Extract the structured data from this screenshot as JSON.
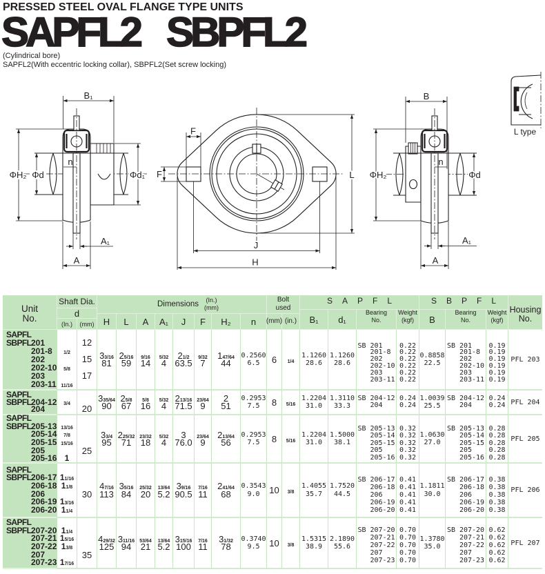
{
  "header": {
    "category": "PRESSED STEEL OVAL FLANGE TYPE UNITS",
    "models": [
      "SAPFL2",
      "SBPFL2"
    ],
    "bore_note": "(Cylindrical bore)",
    "description": "SAPFL2(With eccentric locking collar), SBPFL2(Set screw locking)"
  },
  "drawings": {
    "side_view_eccentric_collar": {
      "B1": "B₁",
      "H2": "ΦH₂",
      "d": "Φd",
      "d1": "Φd₁",
      "n": "n",
      "A1": "A₁",
      "A": "A"
    },
    "front_view": {
      "F_top": "F",
      "F_side": "F",
      "L": "L",
      "J": "J",
      "H": "H"
    },
    "side_view_set_screw": {
      "B": "B",
      "H2": "ΦH₂",
      "d": "Φd",
      "n": "n",
      "A1": "A₁",
      "A": "A"
    },
    "seal_detail": {
      "label": "L type"
    }
  },
  "table": {
    "headers": {
      "unit_no": [
        "Unit",
        "No."
      ],
      "shaft_dia": "Shaft Dia.",
      "shaft_symbol": "d",
      "shaft_units": [
        "(In.)",
        "(mm)"
      ],
      "dimensions": "Dimensions",
      "dimension_units": [
        "(In.)",
        "(mm)"
      ],
      "dimension_columns": [
        "H",
        "L",
        "A",
        "A₁",
        "J",
        "F",
        "H₂",
        "n"
      ],
      "bolt_used": [
        "Bolt",
        "used"
      ],
      "bolt_units": [
        "(mm)",
        "(in.)"
      ],
      "sapfl": "SAPFL",
      "sapfl_columns": {
        "B1": "B₁",
        "d1": "d₁",
        "bearing_no": [
          "Bearing",
          "No."
        ],
        "weight": [
          "Weight",
          "(kgf)"
        ]
      },
      "sbpfl": "SBPFL",
      "sbpfl_columns": {
        "B": "B",
        "bearing_no": [
          "Bearing",
          "No."
        ],
        "weight": [
          "Weight",
          "(kgf)"
        ]
      },
      "housing_no": [
        "Housing",
        "No."
      ]
    },
    "bearing_prefix": "SB",
    "rows": [
      {
        "series": [
          "SAPFL",
          "SBPFL"
        ],
        "units": [
          {
            "no": "201",
            "d_in": "",
            "d_mm": "12"
          },
          {
            "no": "201-8",
            "d_in": "1/2",
            "d_mm": ""
          },
          {
            "no": "202",
            "d_in": "",
            "d_mm": "15"
          },
          {
            "no": "202-10",
            "d_in": "5/8",
            "d_mm": ""
          },
          {
            "no": "203",
            "d_in": "",
            "d_mm": "17"
          },
          {
            "no": "203-11",
            "d_in": "11/16",
            "d_mm": ""
          }
        ],
        "dims": {
          "H": {
            "in": "3 3/16",
            "mm": "81"
          },
          "L": {
            "in": "2 5/16",
            "mm": "59"
          },
          "A": {
            "in": "9/16",
            "mm": "14"
          },
          "A1": {
            "in": "5/32",
            "mm": "4"
          },
          "J": {
            "in": "2 1/2",
            "mm": "63.5"
          },
          "F": {
            "in": "9/32",
            "mm": "7"
          },
          "H2": {
            "in": "1 47/64",
            "mm": "44"
          },
          "n": {
            "in": "0.2560",
            "mm": "6.5"
          }
        },
        "bolt": {
          "mm": "6",
          "in": "1/4"
        },
        "sapfl": {
          "B1": {
            "in": "1.1260",
            "mm": "28.6"
          },
          "d1": {
            "in": "1.1260",
            "mm": "28.6"
          },
          "bearings": [
            {
              "no": "201",
              "weight_kgf": "0.22"
            },
            {
              "no": "201-8",
              "weight_kgf": "0.22"
            },
            {
              "no": "202",
              "weight_kgf": "0.22"
            },
            {
              "no": "202-10",
              "weight_kgf": "0.22"
            },
            {
              "no": "203",
              "weight_kgf": "0.22"
            },
            {
              "no": "203-11",
              "weight_kgf": "0.22"
            }
          ]
        },
        "sbpfl": {
          "B": {
            "in": "0.8858",
            "mm": "22.5"
          },
          "bearings": [
            {
              "no": "201",
              "weight_kgf": "0.19"
            },
            {
              "no": "201-8",
              "weight_kgf": "0.19"
            },
            {
              "no": "202",
              "weight_kgf": "0.19"
            },
            {
              "no": "202-10",
              "weight_kgf": "0.19"
            },
            {
              "no": "203",
              "weight_kgf": "0.19"
            },
            {
              "no": "203-11",
              "weight_kgf": "0.19"
            }
          ]
        },
        "housing": "PFL 203"
      },
      {
        "series": [
          "SAPFL",
          "SBPFL"
        ],
        "units": [
          {
            "no": "204-12",
            "d_in": "3/4",
            "d_mm": ""
          },
          {
            "no": "204",
            "d_in": "",
            "d_mm": "20"
          }
        ],
        "dims": {
          "H": {
            "in": "3 35/64",
            "mm": "90"
          },
          "L": {
            "in": "2 5/8",
            "mm": "67"
          },
          "A": {
            "in": "5/8",
            "mm": "16"
          },
          "A1": {
            "in": "5/32",
            "mm": "4"
          },
          "J": {
            "in": "2 13/16",
            "mm": "71.5"
          },
          "F": {
            "in": "23/64",
            "mm": "9"
          },
          "H2": {
            "in": "2",
            "mm": "51"
          },
          "n": {
            "in": "0.2953",
            "mm": "7.5"
          }
        },
        "bolt": {
          "mm": "8",
          "in": "5/16"
        },
        "sapfl": {
          "B1": {
            "in": "1.2204",
            "mm": "31.0"
          },
          "d1": {
            "in": "1.3110",
            "mm": "33.3"
          },
          "bearings": [
            {
              "no": "204-12",
              "weight_kgf": "0.24"
            },
            {
              "no": "204",
              "weight_kgf": "0.24"
            }
          ]
        },
        "sbpfl": {
          "B": {
            "in": "1.0039",
            "mm": "25.5"
          },
          "bearings": [
            {
              "no": "204-12",
              "weight_kgf": "0.24"
            },
            {
              "no": "204",
              "weight_kgf": "0.24"
            }
          ]
        },
        "housing": "PFL 204"
      },
      {
        "series": [
          "SAPFL",
          "SBPFL"
        ],
        "units": [
          {
            "no": "205-13",
            "d_in": "13/16",
            "d_mm": ""
          },
          {
            "no": "205-14",
            "d_in": "7/8",
            "d_mm": ""
          },
          {
            "no": "205-15",
            "d_in": "15/16",
            "d_mm": ""
          },
          {
            "no": "205",
            "d_in": "",
            "d_mm": "25"
          },
          {
            "no": "205-16",
            "d_in": "1",
            "d_mm": ""
          }
        ],
        "dims": {
          "H": {
            "in": "3 3/4",
            "mm": "95"
          },
          "L": {
            "in": "2 25/32",
            "mm": "71"
          },
          "A": {
            "in": "23/32",
            "mm": "18"
          },
          "A1": {
            "in": "5/32",
            "mm": "4"
          },
          "J": {
            "in": "3",
            "mm": "76.0"
          },
          "F": {
            "in": "23/64",
            "mm": "9"
          },
          "H2": {
            "in": "2 13/64",
            "mm": "56"
          },
          "n": {
            "in": "0.2953",
            "mm": "7.5"
          }
        },
        "bolt": {
          "mm": "8",
          "in": "5/16"
        },
        "sapfl": {
          "B1": {
            "in": "1.2204",
            "mm": "31.0"
          },
          "d1": {
            "in": "1.5000",
            "mm": "38.1"
          },
          "bearings": [
            {
              "no": "205-13",
              "weight_kgf": "0.32"
            },
            {
              "no": "205-14",
              "weight_kgf": "0.32"
            },
            {
              "no": "205-15",
              "weight_kgf": "0.32"
            },
            {
              "no": "205",
              "weight_kgf": "0.32"
            },
            {
              "no": "205-16",
              "weight_kgf": "0.32"
            }
          ]
        },
        "sbpfl": {
          "B": {
            "in": "1.0630",
            "mm": "27.0"
          },
          "bearings": [
            {
              "no": "205-13",
              "weight_kgf": "0.28"
            },
            {
              "no": "205-14",
              "weight_kgf": "0.28"
            },
            {
              "no": "205-15",
              "weight_kgf": "0.28"
            },
            {
              "no": "205",
              "weight_kgf": "0.28"
            },
            {
              "no": "205-16",
              "weight_kgf": "0.28"
            }
          ]
        },
        "housing": "PFL 205"
      },
      {
        "series": [
          "SAPFL",
          "SBPFL"
        ],
        "units": [
          {
            "no": "206-17",
            "d_in": "1 1/16",
            "d_mm": ""
          },
          {
            "no": "206-18",
            "d_in": "1 1/8",
            "d_mm": ""
          },
          {
            "no": "206",
            "d_in": "",
            "d_mm": "30"
          },
          {
            "no": "206-19",
            "d_in": "1 3/16",
            "d_mm": ""
          },
          {
            "no": "206-20",
            "d_in": "1 1/4",
            "d_mm": ""
          }
        ],
        "dims": {
          "H": {
            "in": "4 7/16",
            "mm": "113"
          },
          "L": {
            "in": "3 5/16",
            "mm": "84"
          },
          "A": {
            "in": "25/32",
            "mm": "20"
          },
          "A1": {
            "in": "13/64",
            "mm": "5.2"
          },
          "J": {
            "in": "3 9/16",
            "mm": "90.5"
          },
          "F": {
            "in": "7/16",
            "mm": "11"
          },
          "H2": {
            "in": "2 41/64",
            "mm": "68"
          },
          "n": {
            "in": "0.3543",
            "mm": "9.0"
          }
        },
        "bolt": {
          "mm": "10",
          "in": "3/8"
        },
        "sapfl": {
          "B1": {
            "in": "1.4055",
            "mm": "35.7"
          },
          "d1": {
            "in": "1.7520",
            "mm": "44.5"
          },
          "bearings": [
            {
              "no": "206-17",
              "weight_kgf": "0.41"
            },
            {
              "no": "206-18",
              "weight_kgf": "0.41"
            },
            {
              "no": "206",
              "weight_kgf": "0.41"
            },
            {
              "no": "206-19",
              "weight_kgf": "0.41"
            },
            {
              "no": "206-20",
              "weight_kgf": "0.41"
            }
          ]
        },
        "sbpfl": {
          "B": {
            "in": "1.1811",
            "mm": "30.0"
          },
          "bearings": [
            {
              "no": "206-17",
              "weight_kgf": "0.38"
            },
            {
              "no": "206-18",
              "weight_kgf": "0.38"
            },
            {
              "no": "206",
              "weight_kgf": "0.38"
            },
            {
              "no": "206-19",
              "weight_kgf": "0.38"
            },
            {
              "no": "206-20",
              "weight_kgf": "0.38"
            }
          ]
        },
        "housing": "PFL 206"
      },
      {
        "series": [
          "SAPFL",
          "SBPFL"
        ],
        "units": [
          {
            "no": "207-20",
            "d_in": "1 1/4",
            "d_mm": ""
          },
          {
            "no": "207-21",
            "d_in": "1 5/16",
            "d_mm": ""
          },
          {
            "no": "207-22",
            "d_in": "1 3/8",
            "d_mm": ""
          },
          {
            "no": "207",
            "d_in": "",
            "d_mm": "35"
          },
          {
            "no": "207-23",
            "d_in": "1 7/16",
            "d_mm": ""
          }
        ],
        "dims": {
          "H": {
            "in": "4 29/32",
            "mm": "125"
          },
          "L": {
            "in": "3 11/16",
            "mm": "94"
          },
          "A": {
            "in": "53/64",
            "mm": "21"
          },
          "A1": {
            "in": "13/64",
            "mm": "5.2"
          },
          "J": {
            "in": "3 15/16",
            "mm": "100"
          },
          "F": {
            "in": "7/16",
            "mm": "11"
          },
          "H2": {
            "in": "3 1/32",
            "mm": "78"
          },
          "n": {
            "in": "0.3740",
            "mm": "9.5"
          }
        },
        "bolt": {
          "mm": "10",
          "in": "3/8"
        },
        "sapfl": {
          "B1": {
            "in": "1.5315",
            "mm": "38.9"
          },
          "d1": {
            "in": "2.1890",
            "mm": "55.6"
          },
          "bearings": [
            {
              "no": "207-20",
              "weight_kgf": "0.70"
            },
            {
              "no": "207-21",
              "weight_kgf": "0.70"
            },
            {
              "no": "207-22",
              "weight_kgf": "0.70"
            },
            {
              "no": "207",
              "weight_kgf": "0.70"
            },
            {
              "no": "207-23",
              "weight_kgf": "0.70"
            }
          ]
        },
        "sbpfl": {
          "B": {
            "in": "1.3780",
            "mm": "35.0"
          },
          "bearings": [
            {
              "no": "207-20",
              "weight_kgf": "0.62"
            },
            {
              "no": "207-21",
              "weight_kgf": "0.62"
            },
            {
              "no": "207-22",
              "weight_kgf": "0.62"
            },
            {
              "no": "207",
              "weight_kgf": "0.62"
            },
            {
              "no": "207-23",
              "weight_kgf": "0.62"
            }
          ]
        },
        "housing": "PFL 207"
      }
    ]
  }
}
